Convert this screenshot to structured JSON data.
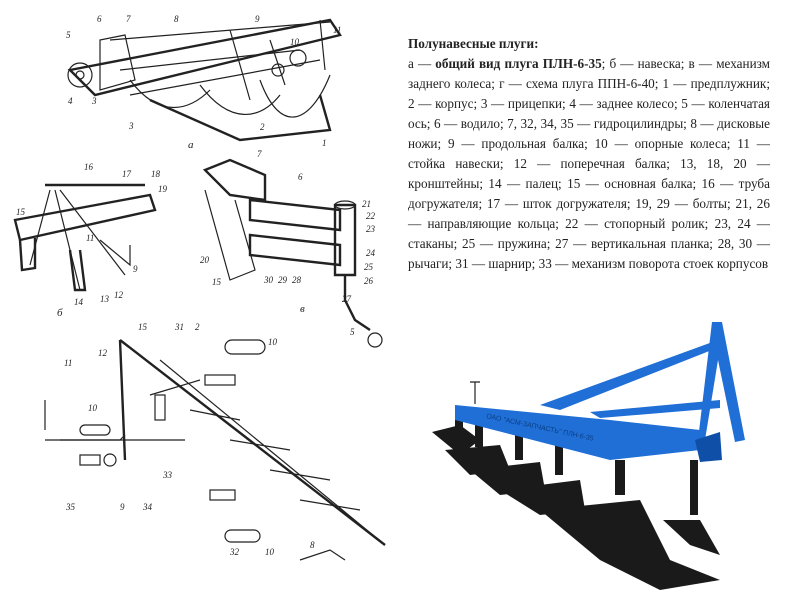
{
  "caption": {
    "title": "Полунавесные плуги:",
    "a_prefix": "а — ",
    "a_bold": "общий вид плуга ПЛН-6-35",
    "body": "; б — навеска; в — механизм заднего колеса; г — схема плуга ППН-6-40; 1 — предплужник; 2 — корпус; 3 — прицепки; 4 — заднее колесо; 5 — коленчатая ось; 6 — водило; 7, 32, 34, 35 — гидроцилиндры; 8 — дисковые ножи; 9 — продольная балка; 10 — опорные колеса; 11 — стойка навески; 12 — поперечная балка; 13, 18, 20 — кронштейны; 14 — палец; 15 — основная балка; 16 — труба догружателя; 17 — шток догружателя; 19, 29 — болты; 21, 26 — направляющие кольца; 22 — стопорный ролик; 23, 24 — стаканы; 25 — пружина; 27 — вертикальная планка; 28, 30 — рычаги; 31 — шарнир; 33 — механизм поворота стоек корпусов"
  },
  "figure_a": {
    "letter": "а",
    "labels": [
      "6",
      "7",
      "8",
      "9",
      "10",
      "11",
      "5",
      "4",
      "3",
      "3",
      "2",
      "1"
    ]
  },
  "figure_b": {
    "letter": "б",
    "labels": [
      "16",
      "17",
      "18",
      "19",
      "15",
      "11",
      "9",
      "12",
      "13",
      "14"
    ]
  },
  "figure_v": {
    "letter": "в",
    "labels": [
      "7",
      "6",
      "21",
      "22",
      "23",
      "24",
      "25",
      "26",
      "27",
      "20",
      "15",
      "30",
      "29",
      "28",
      "5"
    ]
  },
  "figure_g": {
    "labels": [
      "15",
      "31",
      "2",
      "12",
      "11",
      "10",
      "10",
      "35",
      "9",
      "34",
      "33",
      "32",
      "10",
      "8"
    ]
  },
  "photo": {
    "frame_text": "ОАО \"АСМ-ЗАПЧАСТЬ\" ПЛН-6-35",
    "color": "#1f6fd6"
  }
}
